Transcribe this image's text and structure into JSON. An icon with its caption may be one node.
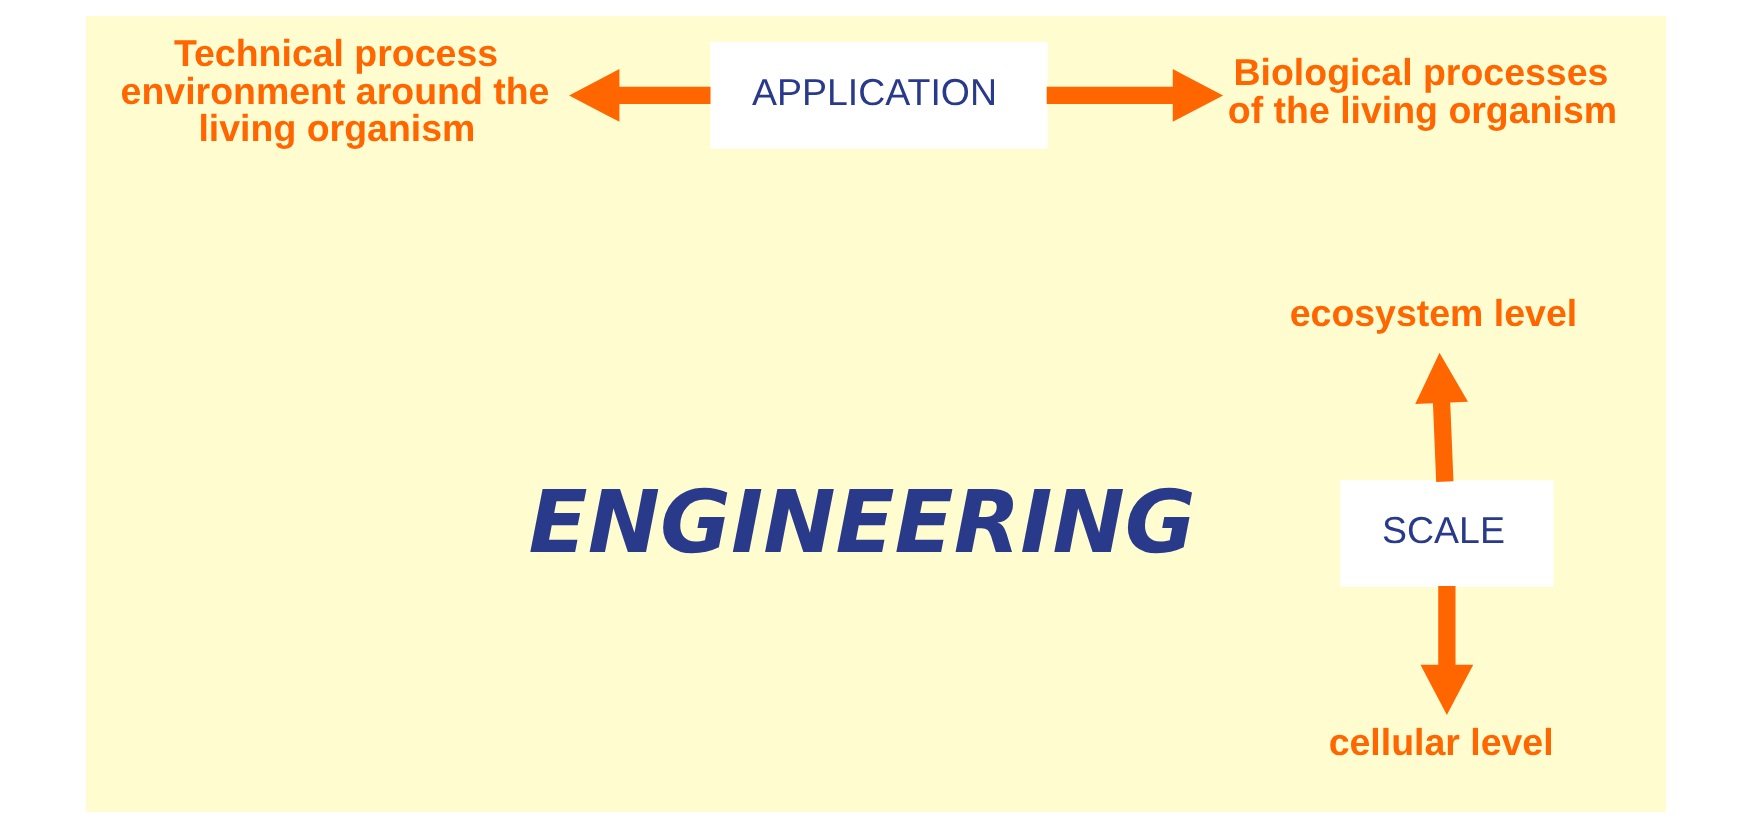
{
  "diagram": {
    "nodes": [
      {
        "text": [
          "Technical process environment around the living organism"
        ]
      },
      {
        "text": [
          "APPLICATION"
        ]
      },
      {
        "text": [
          "Biological processes of the living organism"
        ]
      },
      {
        "text": [
          "ecosystem level"
        ]
      },
      {
        "text": [
          "SCALE"
        ]
      },
      {
        "text": [
          "cellular level"
        ]
      }
    ],
    "edges": [
      {
        "from": 1,
        "to": 0,
        "arrow": "to"
      },
      {
        "from": 1,
        "to": 2,
        "arrow": "to"
      },
      {
        "from": 4,
        "to": 3,
        "arrow": "to"
      },
      {
        "from": 4,
        "to": 5,
        "arrow": "to"
      }
    ],
    "labels": [
      "ENGINEERING"
    ]
  }
}
